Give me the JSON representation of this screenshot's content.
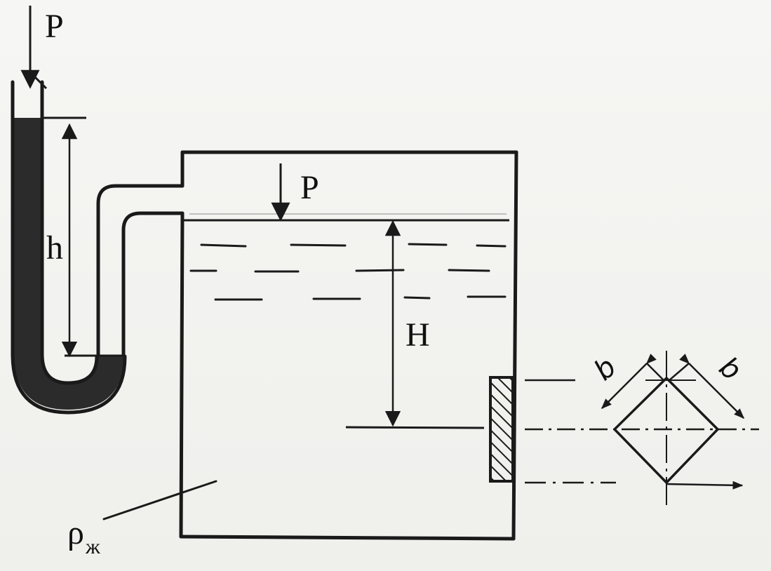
{
  "diagram": {
    "labels": {
      "pressure_top": "P",
      "pressure_tank": "P",
      "manometer_height": "h",
      "depth": "H",
      "side_left": "b",
      "side_right": "b",
      "density_symbol": "ρ",
      "density_subscript": "ж"
    },
    "colors": {
      "ink": "#1a1a1a",
      "manometer_fluid": "#2b2b2b",
      "paper": "#f4f4f2"
    }
  }
}
